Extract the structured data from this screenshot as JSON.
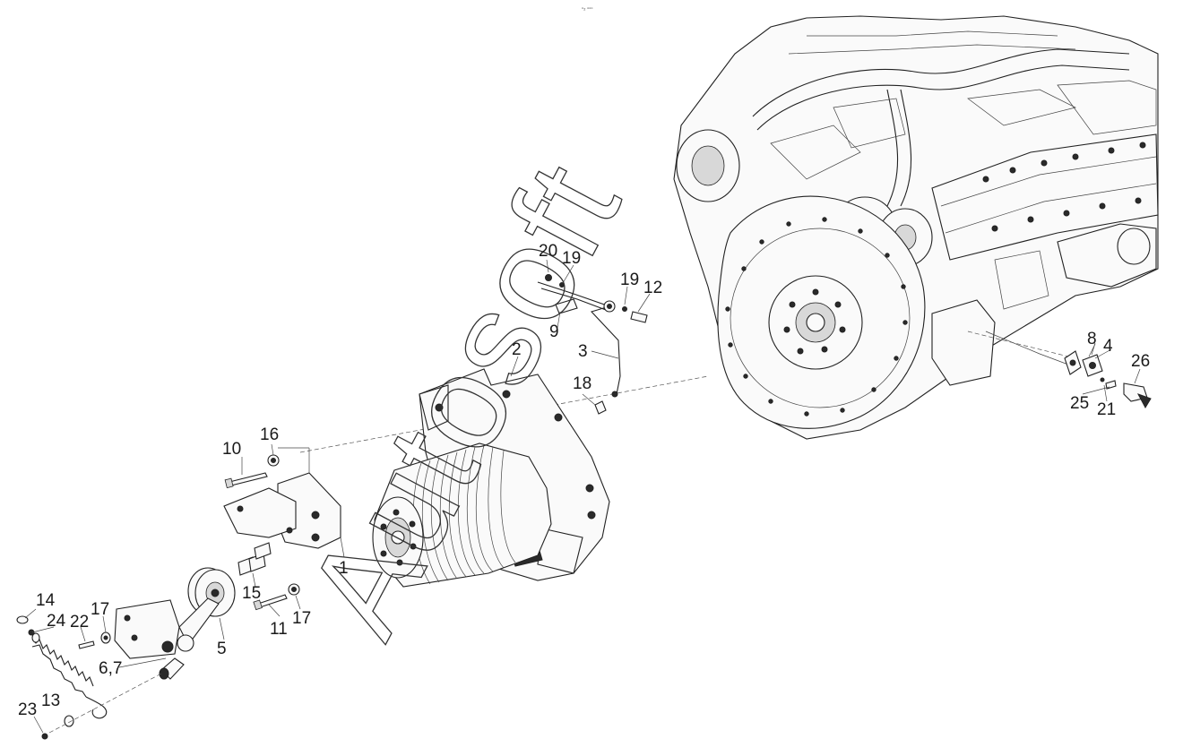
{
  "header_mark": "▫₂ ▫▫▫",
  "callouts": {
    "c1": "1",
    "c2": "2",
    "c3": "3",
    "c4": "4",
    "c5": "5",
    "c67": "6,7",
    "c8": "8",
    "c9": "9",
    "c10": "10",
    "c11": "11",
    "c12": "12",
    "c13": "13",
    "c14": "14",
    "c15": "15",
    "c16": "16",
    "c17a": "17",
    "c17b": "17",
    "c18": "18",
    "c19a": "19",
    "c19b": "19",
    "c20": "20",
    "c21": "21",
    "c22": "22",
    "c23": "23",
    "c24": "24",
    "c25": "25",
    "c26": "26"
  },
  "watermark": "Autosoft"
}
